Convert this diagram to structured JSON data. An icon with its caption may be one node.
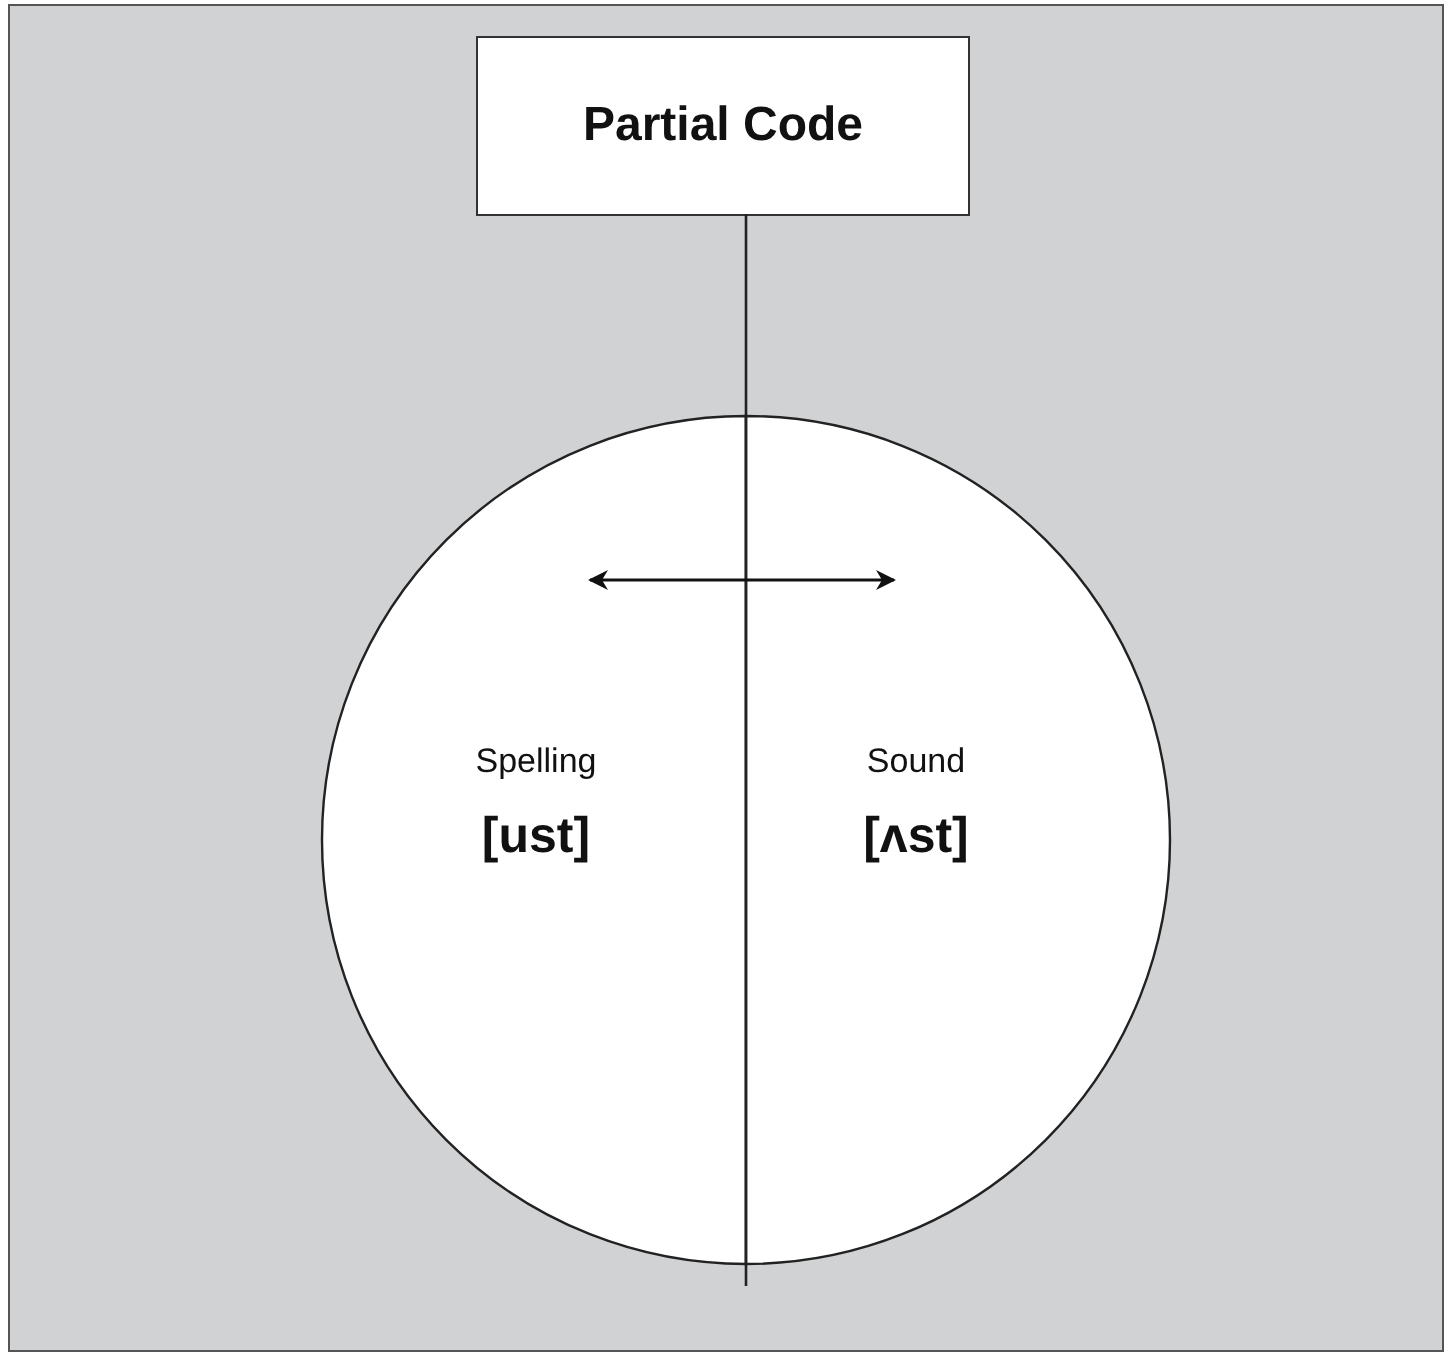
{
  "diagram": {
    "title": "Partial Code",
    "nodes": [
      {
        "text": [
          "Spelling",
          "[ust]"
        ]
      },
      {
        "text": [
          "Sound",
          "[ʌst]"
        ]
      }
    ],
    "edges": [
      {
        "from": 0,
        "to": 1,
        "arrow": "both"
      }
    ]
  }
}
